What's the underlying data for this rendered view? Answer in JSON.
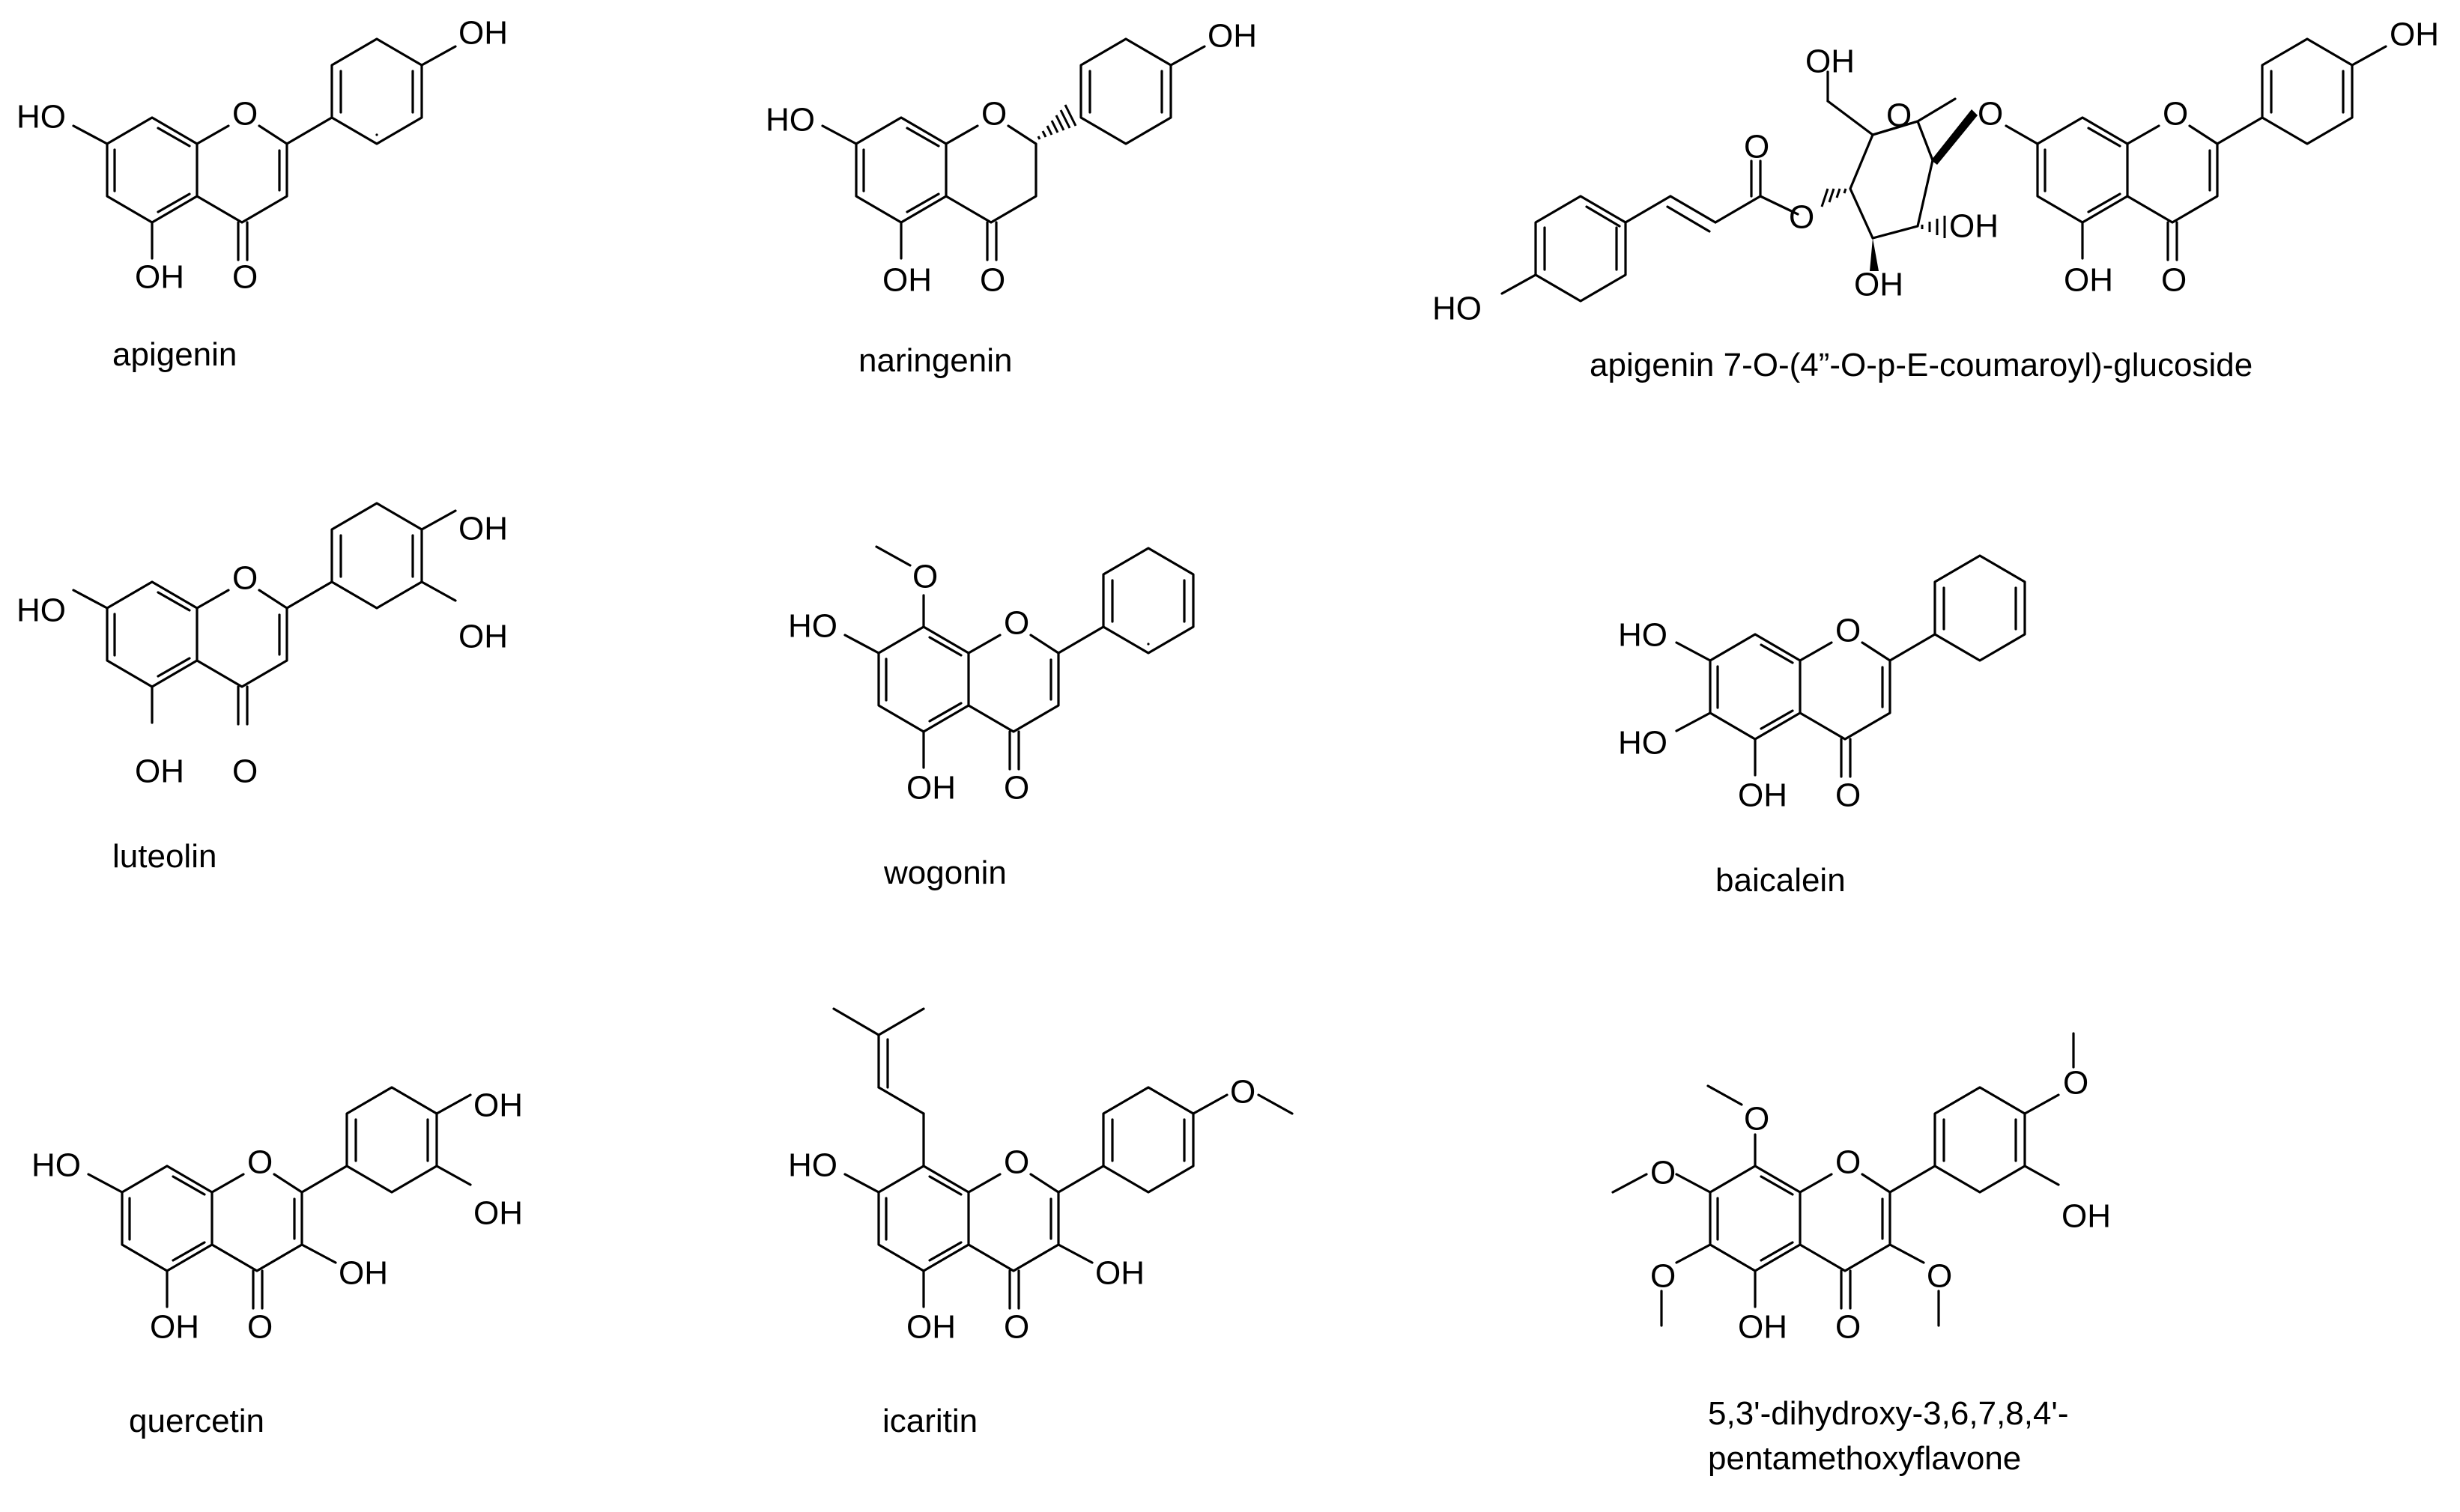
{
  "figure": {
    "compounds": [
      {
        "key": "apigenin",
        "name": "apigenin",
        "labels": [
          "HO",
          "O",
          "OH",
          "OH",
          "O"
        ]
      },
      {
        "key": "naringenin",
        "name": "naringenin",
        "labels": [
          "HO",
          "O",
          "OH",
          "OH",
          "O"
        ]
      },
      {
        "key": "apiglc",
        "name": "apigenin 7-O-(4”-O-p-E-coumaroyl)-glucoside",
        "labels": [
          "OH",
          "O",
          "O",
          "O",
          "O",
          "OH",
          "OH",
          "HO",
          "O",
          "OH",
          "OH",
          "O"
        ]
      },
      {
        "key": "luteolin",
        "name": "luteolin",
        "labels": [
          "HO",
          "O",
          "OH",
          "OH",
          "OH",
          "O"
        ]
      },
      {
        "key": "wogonin",
        "name": "wogonin",
        "labels": [
          "O",
          "HO",
          "O",
          "OH",
          "O"
        ]
      },
      {
        "key": "baicalein",
        "name": "baicalein",
        "labels": [
          "HO",
          "O",
          "HO",
          "OH",
          "O"
        ]
      },
      {
        "key": "quercetin",
        "name": "quercetin",
        "labels": [
          "HO",
          "O",
          "OH",
          "OH",
          "OH",
          "OH",
          "O"
        ]
      },
      {
        "key": "icaritin",
        "name": "icaritin",
        "labels": [
          "HO",
          "O",
          "O",
          "OH",
          "OH",
          "O"
        ]
      },
      {
        "key": "pmf",
        "name_lines": [
          "5,3'-dihydroxy-3,6,7,8,4'-",
          "pentamethoxyflavone"
        ],
        "labels": [
          "O",
          "O",
          "O",
          "O",
          "O",
          "O",
          "OH",
          "OH",
          "O"
        ]
      }
    ]
  }
}
